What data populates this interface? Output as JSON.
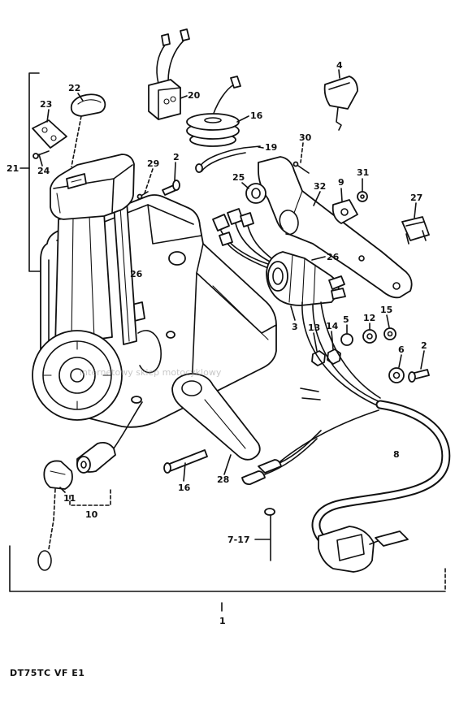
{
  "diagram": {
    "callouts": [
      "4",
      "22",
      "20",
      "23",
      "16",
      "30",
      "19",
      "21",
      "24",
      "2",
      "29",
      "25",
      "31",
      "9",
      "32",
      "27",
      "26",
      "26",
      "3",
      "5",
      "12",
      "15",
      "13",
      "14",
      "6",
      "2",
      "8",
      "28",
      "16",
      "11",
      "10",
      "7-17"
    ],
    "assembly_number": "1",
    "model_code": "DT75TC VF E1",
    "line_color": "#111111"
  },
  "watermark": {
    "tagline": "internetowy sklep motocyklowy"
  }
}
